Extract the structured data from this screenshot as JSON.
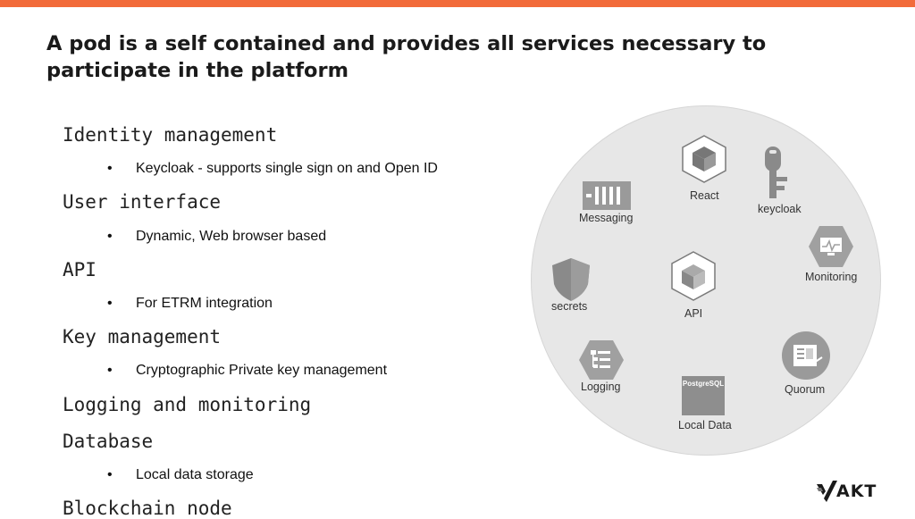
{
  "slide": {
    "title": "A pod is a self contained and provides all services necessary to participate in the platform",
    "items": [
      {
        "heading": "Identity management",
        "sub": "Keycloak -  supports single sign on and Open ID"
      },
      {
        "heading": "User interface",
        "sub": "Dynamic, Web browser based"
      },
      {
        "heading": "API",
        "sub": "For ETRM integration"
      },
      {
        "heading": "Key management",
        "sub": "Cryptographic Private key management"
      },
      {
        "heading": "Logging and monitoring"
      },
      {
        "heading": "Database",
        "sub": "Local data storage"
      },
      {
        "heading": "Blockchain node"
      }
    ],
    "bullet": "•"
  },
  "diagram": {
    "services": {
      "react": "React",
      "keycloak": "keycloak",
      "messaging": "Messaging",
      "monitoring": "Monitoring",
      "secrets": "secrets",
      "api": "API",
      "logging": "Logging",
      "quorum": "Quorum",
      "local_data": "Local Data",
      "postgres_badge": "PostgreSQL"
    }
  },
  "brand": {
    "logo_text": "AKT",
    "accent": "#f26b3a"
  }
}
